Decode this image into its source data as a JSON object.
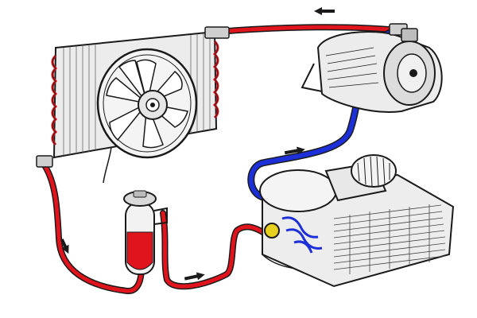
{
  "diagram": {
    "subject": "",
    "colors": {
      "high_pressure_line": "#e0141c",
      "low_pressure_line": "#1d2fd6",
      "outline": "#1a1a1a",
      "fin_metal": "#d9d9d9",
      "component_body": "#f2f2f2",
      "background": "#ffffff",
      "valve_accent": "#e8d020"
    },
    "components": [
      {
        "id": "condenser",
        "icon": "condenser-radiator-icon"
      },
      {
        "id": "cooling-fan",
        "icon": "fan-icon"
      },
      {
        "id": "compressor",
        "icon": "compressor-icon"
      },
      {
        "id": "receiver-drier",
        "icon": "receiver-drier-icon"
      },
      {
        "id": "evaporator",
        "icon": "evaporator-core-icon"
      },
      {
        "id": "blower",
        "icon": "blower-wheel-icon"
      },
      {
        "id": "expansion-valve",
        "icon": "expansion-valve-icon"
      }
    ],
    "flow_arrows": [
      {
        "id": "arrow-top",
        "icon": "arrow-left-icon"
      },
      {
        "id": "arrow-mid",
        "icon": "arrow-right-icon"
      },
      {
        "id": "arrow-left",
        "icon": "arrow-down-icon"
      },
      {
        "id": "arrow-bottom",
        "icon": "arrow-right-icon"
      }
    ]
  }
}
